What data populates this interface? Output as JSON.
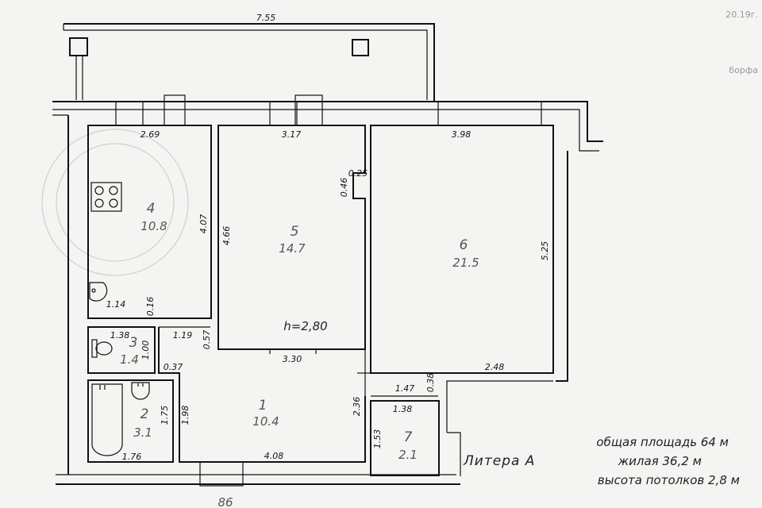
{
  "corner_marks": [
    "20.19г.",
    "борфа"
  ],
  "rooms": [
    {
      "number": "1",
      "area": "10.4"
    },
    {
      "number": "2",
      "area": "3.1"
    },
    {
      "number": "3",
      "area": "1.4"
    },
    {
      "number": "4",
      "area": "10.8"
    },
    {
      "number": "5",
      "area": "14.7"
    },
    {
      "number": "6",
      "area": "21.5"
    },
    {
      "number": "7",
      "area": "2.1"
    }
  ],
  "dimensions": {
    "balcony_length": "7.55",
    "r4_top": "2.69",
    "r4_height": "4.07",
    "r4_bottom": "1.14",
    "r4_offset": "0.16",
    "r5_top": "3.17",
    "r5_height": "4.66",
    "r5_niche_depth": "0.46",
    "r5_niche_width": "0.25",
    "r5_bottom": "3.30",
    "r5_offset": "0.57",
    "r6_top": "3.98",
    "r6_height": "5.25",
    "r6_bottom": "2.48",
    "r6_offset": "0.38",
    "r3_top": "1.38",
    "r3_height": "1.00",
    "r3_bottom": "0.37",
    "hall_stub": "1.19",
    "r2_height_a": "1.75",
    "r2_height_b": "1.98",
    "r2_bottom": "1.76",
    "r1_height": "2.36",
    "r1_bottom": "4.08",
    "r7_connector": "1.47",
    "r7_top": "1.38",
    "r7_height": "1.53",
    "bottom_fragment": "86"
  },
  "ceiling_label": "h=2,80",
  "summary": {
    "total_area": "общая площадь  64  м",
    "living_area": "жилая  36,2  м",
    "ceiling_height": "высота потолков  2,8  м",
    "litera": "Литера  А"
  }
}
